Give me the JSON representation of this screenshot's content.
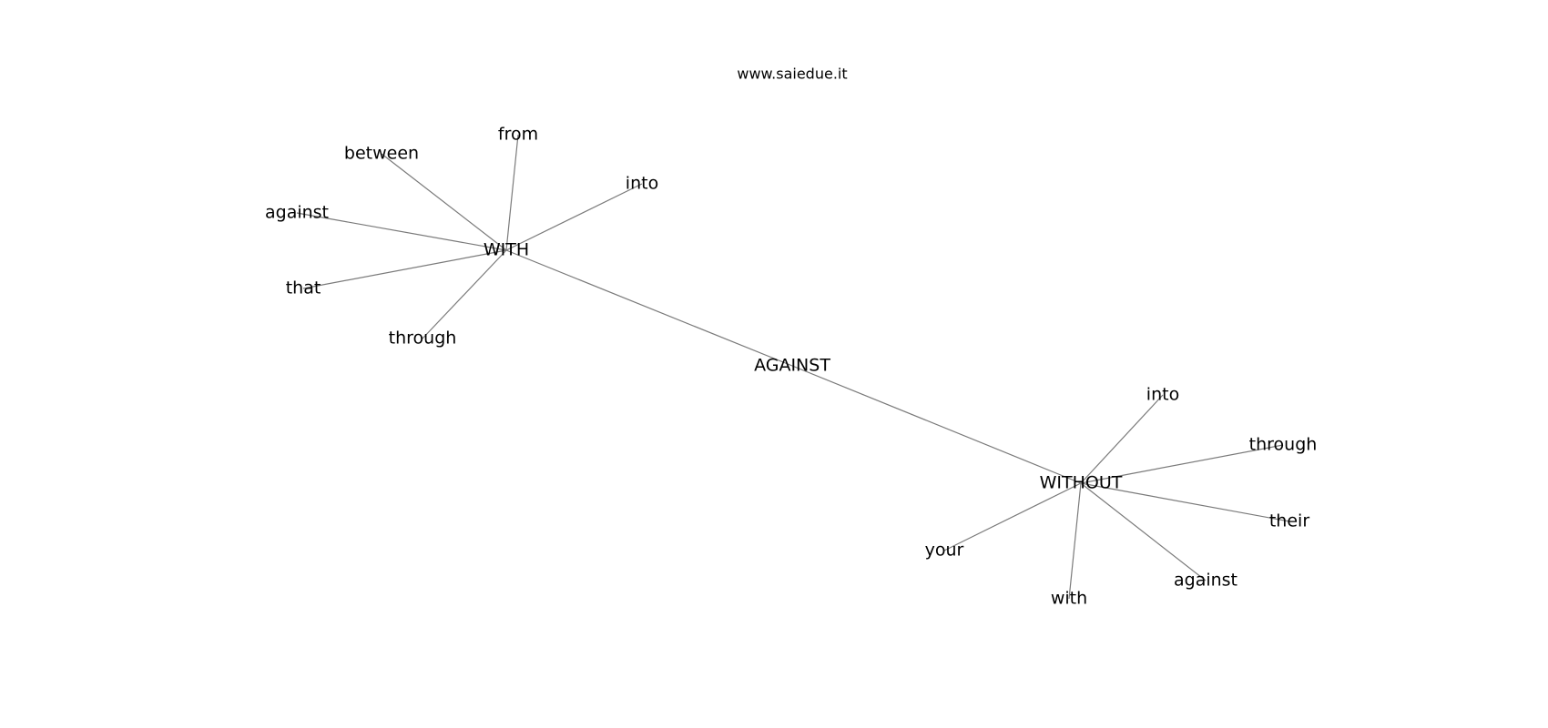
{
  "watermark": "www.saiedue.it",
  "graph": {
    "edge_color": "#7a7a7a",
    "nodes": [
      {
        "id": "against_center",
        "label": "AGAINST"
      },
      {
        "id": "with_hub",
        "label": "WITH"
      },
      {
        "id": "without_hub",
        "label": "WITHOUT"
      },
      {
        "id": "w_from",
        "label": "from"
      },
      {
        "id": "w_between",
        "label": "between"
      },
      {
        "id": "w_into",
        "label": "into"
      },
      {
        "id": "w_against",
        "label": "against"
      },
      {
        "id": "w_that",
        "label": "that"
      },
      {
        "id": "w_through",
        "label": "through"
      },
      {
        "id": "wo_into",
        "label": "into"
      },
      {
        "id": "wo_through",
        "label": "through"
      },
      {
        "id": "wo_their",
        "label": "their"
      },
      {
        "id": "wo_your",
        "label": "your"
      },
      {
        "id": "wo_against",
        "label": "against"
      },
      {
        "id": "wo_with",
        "label": "with"
      }
    ],
    "edges": [
      [
        "against_center",
        "with_hub"
      ],
      [
        "against_center",
        "without_hub"
      ],
      [
        "with_hub",
        "w_from"
      ],
      [
        "with_hub",
        "w_between"
      ],
      [
        "with_hub",
        "w_into"
      ],
      [
        "with_hub",
        "w_against"
      ],
      [
        "with_hub",
        "w_that"
      ],
      [
        "with_hub",
        "w_through"
      ],
      [
        "without_hub",
        "wo_into"
      ],
      [
        "without_hub",
        "wo_through"
      ],
      [
        "without_hub",
        "wo_their"
      ],
      [
        "without_hub",
        "wo_your"
      ],
      [
        "without_hub",
        "wo_against"
      ],
      [
        "without_hub",
        "wo_with"
      ]
    ]
  }
}
